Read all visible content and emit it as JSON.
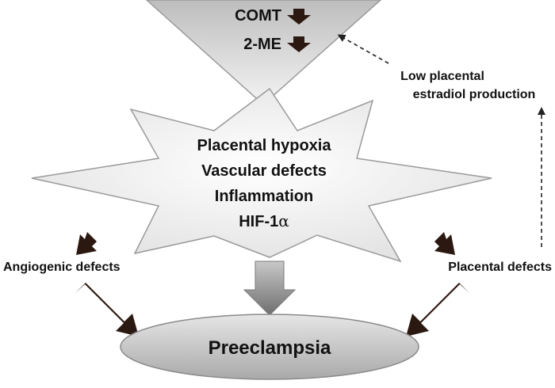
{
  "triangle": {
    "lines": [
      {
        "text": "COMT",
        "arrow": "down-arrow"
      },
      {
        "text": "2-ME",
        "arrow": "down-arrow"
      }
    ]
  },
  "side_note": {
    "line1": "Low placental",
    "line2": "estradiol production"
  },
  "star": {
    "lines": [
      "Placental hypoxia",
      "Vascular defects",
      "Inflammation",
      "HIF-1"
    ],
    "hif_symbol": "α"
  },
  "left_label": "Angiogenic defects",
  "right_label": "Placental defects",
  "outcome": "Preeclampsia",
  "colors": {
    "shape_fill_light": "#f7f7f7",
    "shape_fill_dark": "#b9b9b9",
    "arrow_dark": "#2b1810",
    "arrow_gray": "#8a8a8a",
    "dashed": "#222222"
  }
}
